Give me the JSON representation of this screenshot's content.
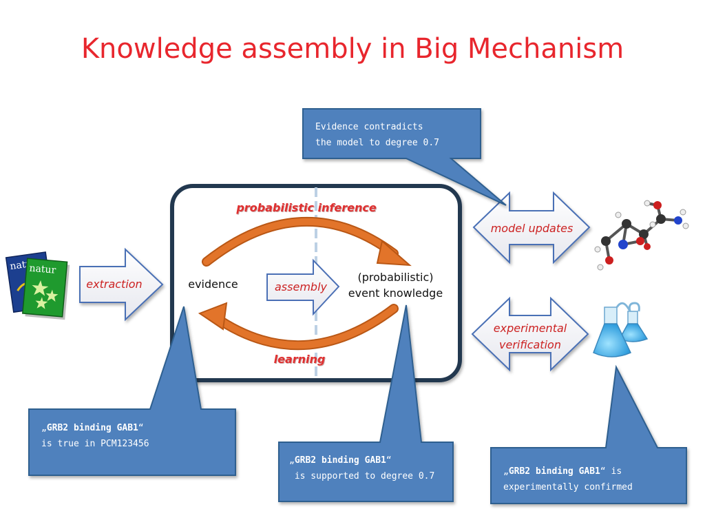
{
  "title": "Knowledge assembly in Big Mechanism",
  "loop": {
    "top_label": "probabilistic inference",
    "bottom_label": "learning",
    "evidence_label": "evidence",
    "assembly_label": "assembly",
    "knowledge_line1": "(probabilistic)",
    "knowledge_line2": "event knowledge"
  },
  "arrows": {
    "extraction": "extraction",
    "model_updates": "model updates",
    "verification_line1": "experimental",
    "verification_line2": "verification"
  },
  "journals": {
    "label_back": "natur",
    "label_front": "natur"
  },
  "callouts": {
    "top": {
      "line1": "Evidence contradicts",
      "line2": "the model to degree 0.7"
    },
    "left": {
      "open_quote": "„",
      "bold": "GRB2 binding GAB1",
      "close_quote": "“",
      "line2": "is true in PCM123456"
    },
    "middle": {
      "open_quote": "„",
      "bold": "GRB2 binding GAB1",
      "close_quote": "“",
      "line2": " is supported to degree 0.7"
    },
    "right": {
      "open_quote": "„",
      "bold": "GRB2 binding GAB1",
      "close_quote": "“ is",
      "line2": "experimentally confirmed"
    }
  },
  "colors": {
    "title": "#e8262d",
    "callout_fill": "#4f81bd",
    "callout_stroke": "#2f5f8f",
    "loop_arrow": "#e2742a",
    "box_border": "#24384f",
    "arrow_fill": "#f2f2f6",
    "arrow_stroke": "#4a6fb5"
  }
}
